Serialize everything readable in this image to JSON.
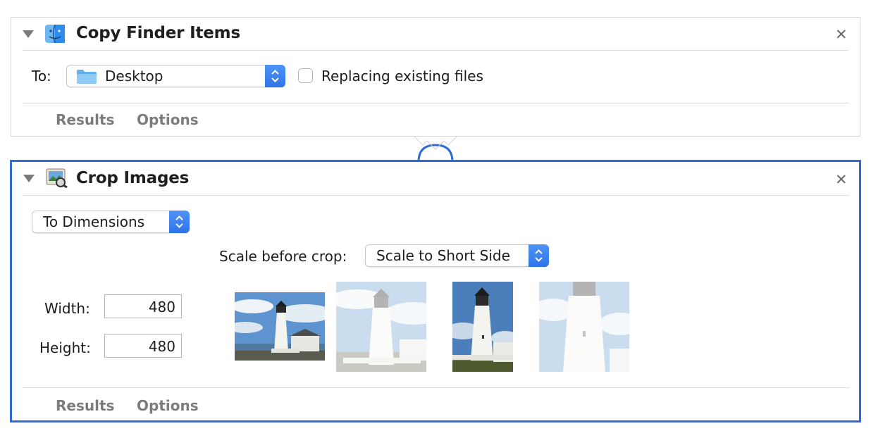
{
  "copy_finder": {
    "title": "Copy Finder Items",
    "to_label": "To:",
    "destination": "Desktop",
    "replace_label": "Replacing existing files",
    "replace_checked": false,
    "tabs": [
      "Results",
      "Options"
    ]
  },
  "crop_images": {
    "title": "Crop Images",
    "mode": "To Dimensions",
    "scale_label": "Scale before crop:",
    "scale_value": "Scale to Short Side",
    "width_label": "Width:",
    "width_value": "480",
    "height_label": "Height:",
    "height_value": "480",
    "tabs": [
      "Results",
      "Options"
    ]
  },
  "colors": {
    "accent": "#2f6bd6",
    "stepper": "#3b82f0",
    "tab_text": "#7c7c7c"
  },
  "icons": [
    "disclosure-triangle-icon",
    "finder-icon",
    "preview-icon",
    "close-icon",
    "folder-icon",
    "chevrons-updown-icon"
  ]
}
